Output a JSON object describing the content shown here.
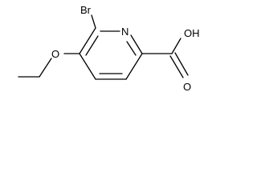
{
  "molecule": {
    "atoms": {
      "bromine": "Br",
      "ring_nitrogen": "N",
      "ether_oxygen": "O",
      "hydroxyl": "OH",
      "carbonyl_oxygen": "O"
    }
  }
}
